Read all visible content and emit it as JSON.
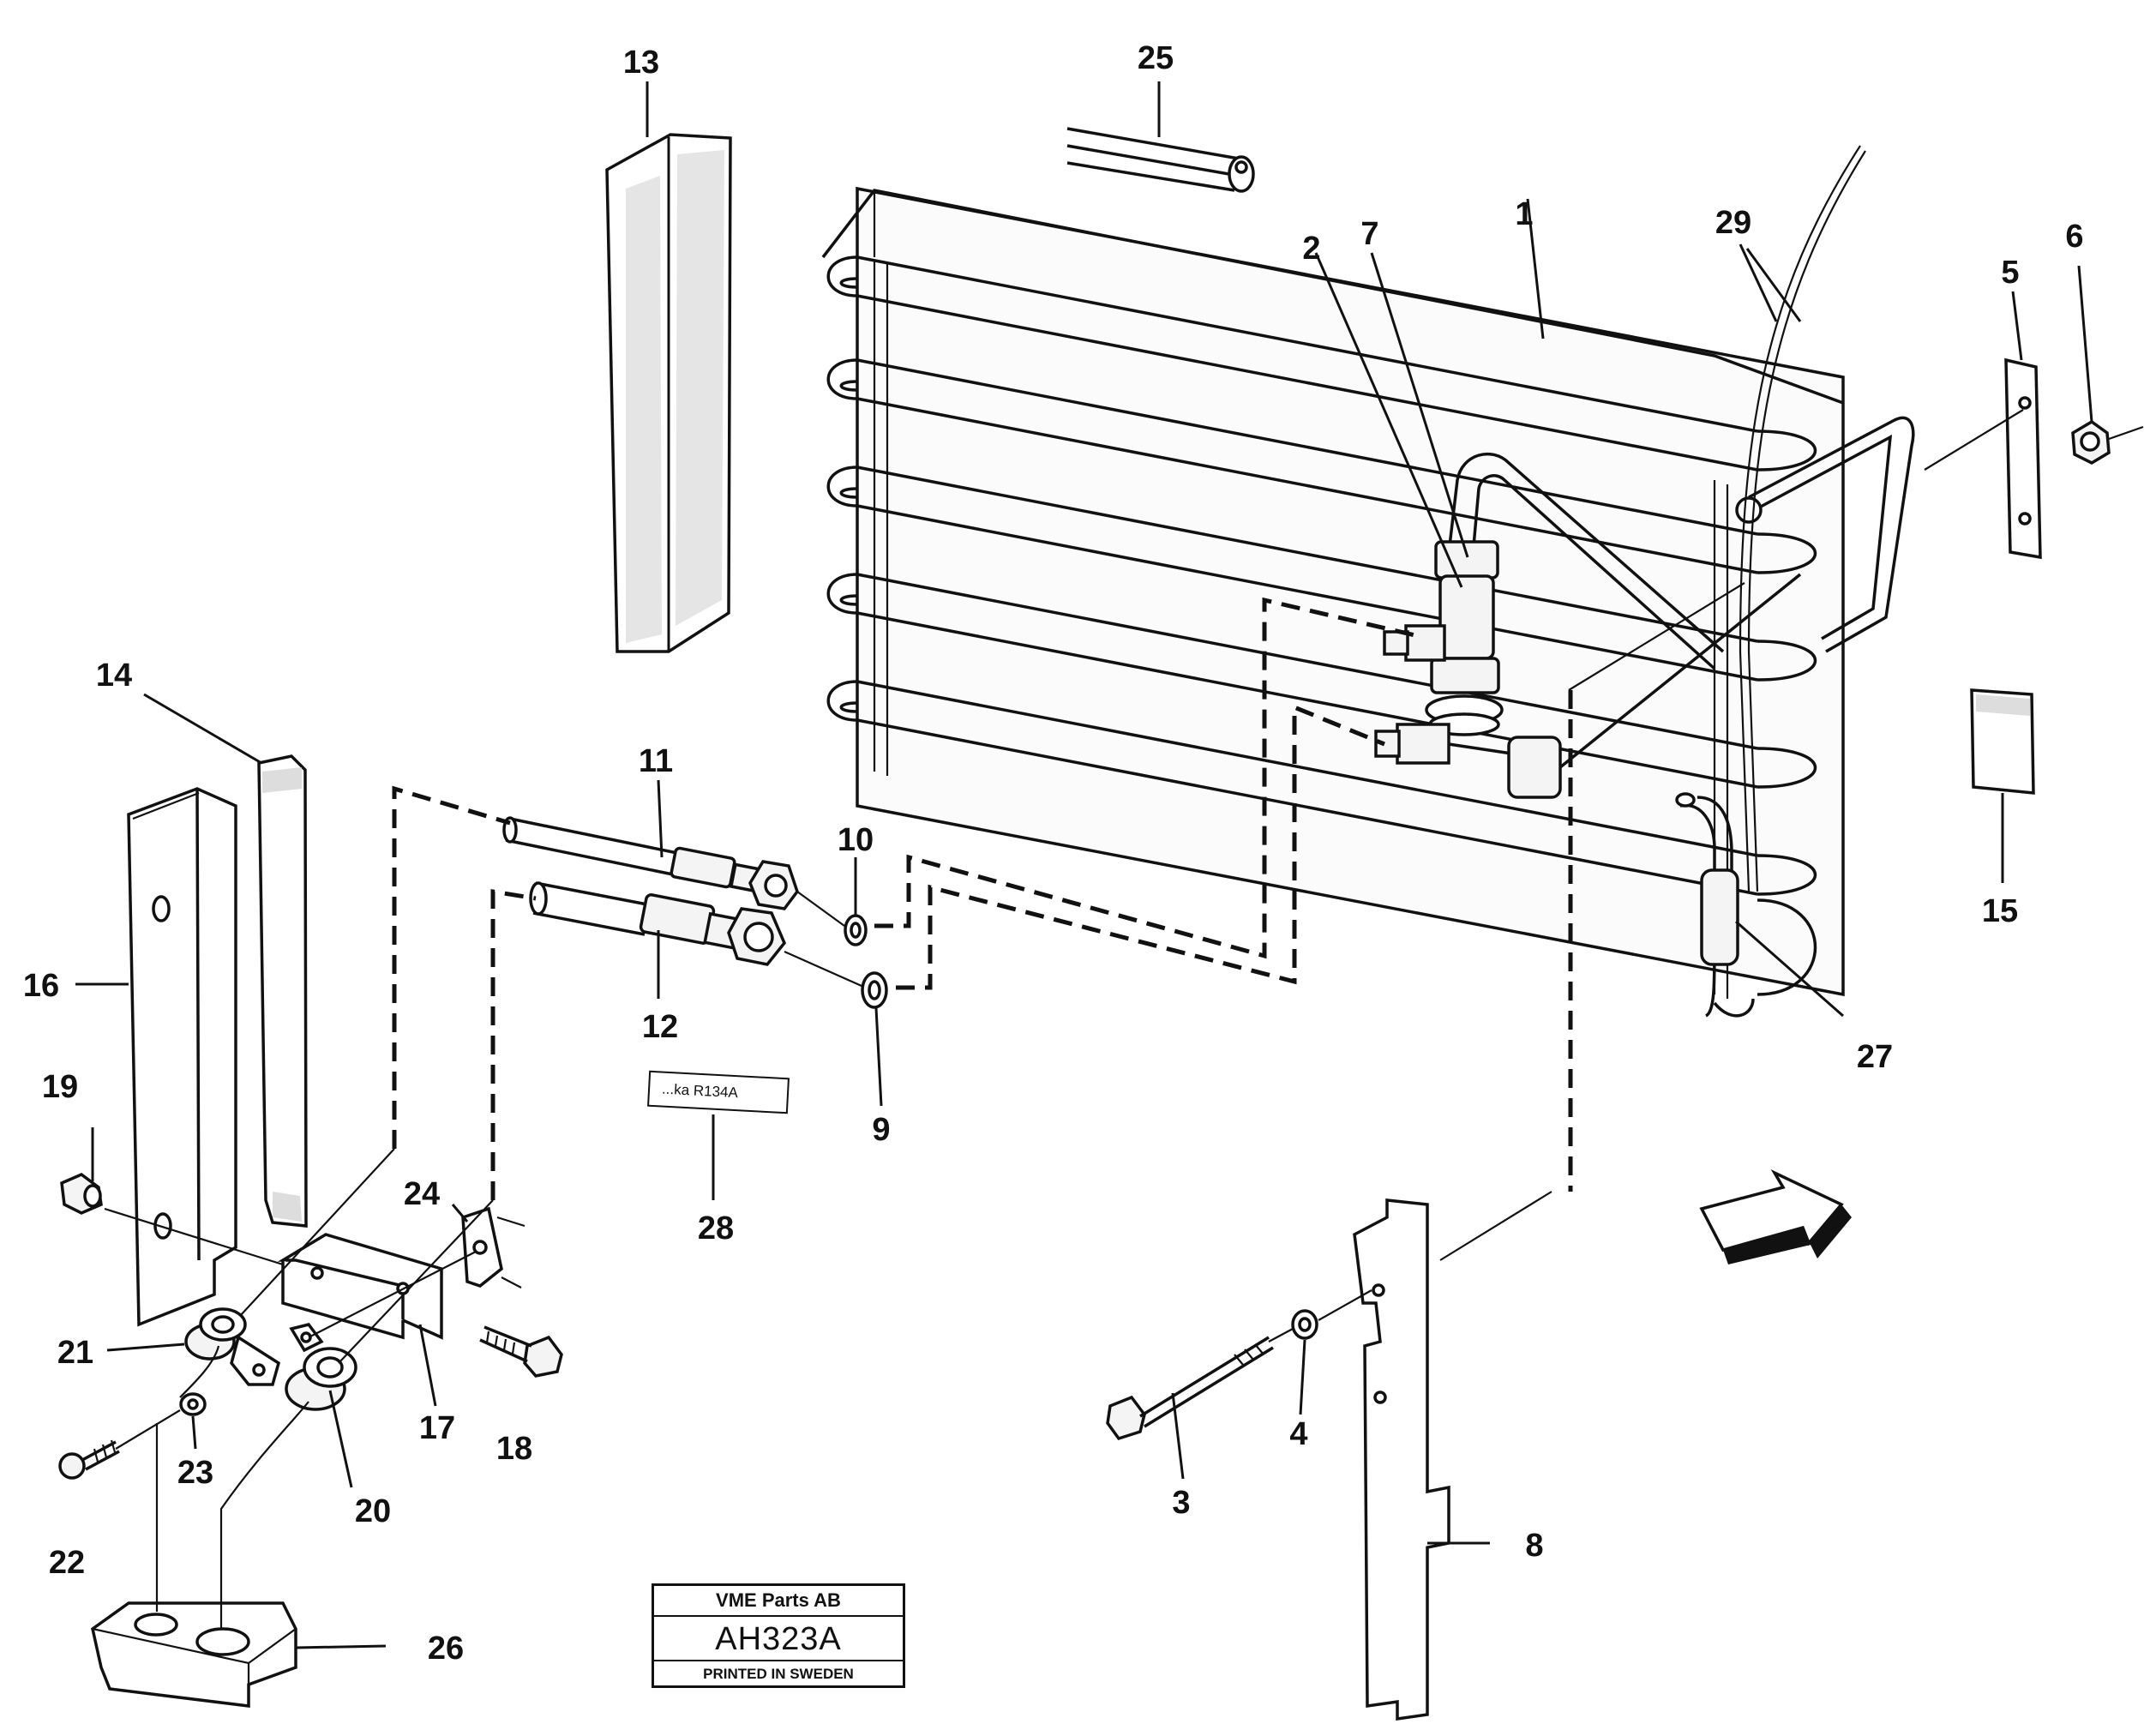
{
  "callouts": [
    "1",
    "2",
    "3",
    "4",
    "5",
    "6",
    "7",
    "8",
    "9",
    "10",
    "11",
    "12",
    "13",
    "14",
    "15",
    "16",
    "17",
    "18",
    "19",
    "20",
    "21",
    "22",
    "23",
    "24",
    "25",
    "26",
    "27",
    "28",
    "29"
  ],
  "stamp": {
    "company": "VME Parts AB",
    "code": "AH323A",
    "printed": "PRINTED IN SWEDEN"
  },
  "sticker_text": "...ka R134A"
}
